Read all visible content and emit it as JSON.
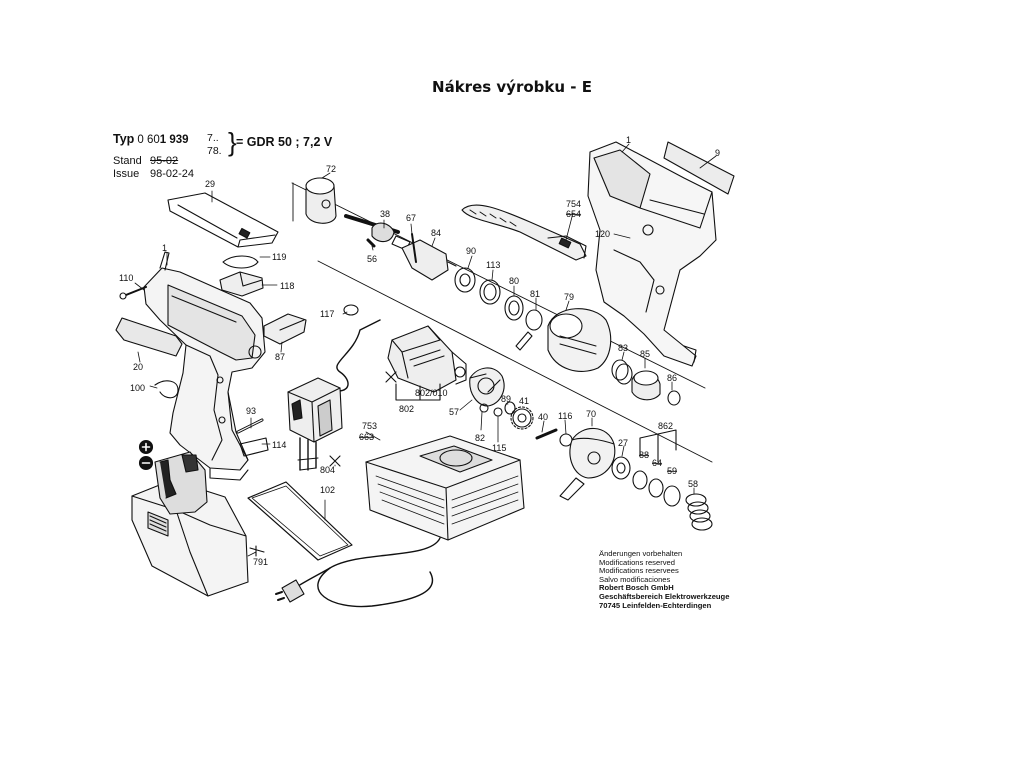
{
  "page": {
    "title": "Nákres výrobku - E"
  },
  "header": {
    "typ_label": "Typ",
    "typ_number_prefix": "0 60",
    "typ_number_bold": "1 939",
    "variant_1": "7..",
    "variant_2": "78.",
    "model": "= GDR 50 ; 7,2 V",
    "stand_label": "Stand",
    "stand_value": "95-02",
    "issue_label": "Issue",
    "issue_value": "98-02-24"
  },
  "notes": {
    "lines": [
      "Änderungen vorbehalten",
      "Modifications reserved",
      "Modifications reservees",
      "Salvo modificaciones"
    ],
    "company_lines": [
      "Robert Bosch GmbH",
      "Geschäftsbereich Elektrowerkzeuge",
      "70745 Leinfelden-Echterdingen"
    ]
  },
  "part_labels": [
    {
      "id": "p1a",
      "text": "1"
    },
    {
      "id": "p1b",
      "text": "1"
    },
    {
      "id": "p9",
      "text": "9"
    },
    {
      "id": "p20",
      "text": "20"
    },
    {
      "id": "p27",
      "text": "27"
    },
    {
      "id": "p29",
      "text": "29"
    },
    {
      "id": "p38",
      "text": "38"
    },
    {
      "id": "p40",
      "text": "40"
    },
    {
      "id": "p41",
      "text": "41"
    },
    {
      "id": "p56",
      "text": "56"
    },
    {
      "id": "p57",
      "text": "57"
    },
    {
      "id": "p58",
      "text": "58"
    },
    {
      "id": "p67",
      "text": "67"
    },
    {
      "id": "p70",
      "text": "70"
    },
    {
      "id": "p72",
      "text": "72"
    },
    {
      "id": "p79",
      "text": "79"
    },
    {
      "id": "p80",
      "text": "80"
    },
    {
      "id": "p81",
      "text": "81"
    },
    {
      "id": "p82",
      "text": "82"
    },
    {
      "id": "p83",
      "text": "83"
    },
    {
      "id": "p84",
      "text": "84"
    },
    {
      "id": "p85",
      "text": "85"
    },
    {
      "id": "p86",
      "text": "86"
    },
    {
      "id": "p87",
      "text": "87"
    },
    {
      "id": "p89",
      "text": "89"
    },
    {
      "id": "p90",
      "text": "90"
    },
    {
      "id": "p93",
      "text": "93"
    },
    {
      "id": "p100",
      "text": "100"
    },
    {
      "id": "p102",
      "text": "102"
    },
    {
      "id": "p110",
      "text": "110"
    },
    {
      "id": "p113",
      "text": "113"
    },
    {
      "id": "p114",
      "text": "114"
    },
    {
      "id": "p115",
      "text": "115"
    },
    {
      "id": "p116",
      "text": "116"
    },
    {
      "id": "p117",
      "text": "117"
    },
    {
      "id": "p118",
      "text": "118"
    },
    {
      "id": "p119",
      "text": "119"
    },
    {
      "id": "p120",
      "text": "120"
    },
    {
      "id": "p753",
      "text": "753"
    },
    {
      "id": "p753b",
      "text": "663"
    },
    {
      "id": "p754",
      "text": "754"
    },
    {
      "id": "p754b",
      "text": "654"
    },
    {
      "id": "p791",
      "text": "791"
    },
    {
      "id": "p802a",
      "text": "802/010"
    },
    {
      "id": "p802b",
      "text": "802"
    },
    {
      "id": "p804",
      "text": "804"
    },
    {
      "id": "p862",
      "text": "862"
    },
    {
      "id": "p88",
      "text": "88"
    },
    {
      "id": "p64",
      "text": "64"
    },
    {
      "id": "p59",
      "text": "59"
    }
  ]
}
